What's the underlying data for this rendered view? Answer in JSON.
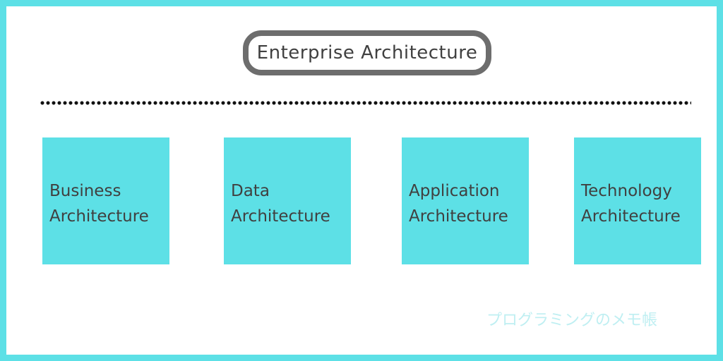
{
  "diagram": {
    "title": "Enterprise Architecture",
    "cards": [
      {
        "line1": "Business",
        "line2": "Architecture"
      },
      {
        "line1": "Data",
        "line2": "Architecture"
      },
      {
        "line1": "Application",
        "line2": "Architecture"
      },
      {
        "line1": "Technology",
        "line2": "Architecture"
      }
    ],
    "watermark": "プログラミングのメモ帳"
  },
  "colors": {
    "accent": "#5de0e6",
    "title_border": "#6d6d6d",
    "text": "#404040"
  }
}
